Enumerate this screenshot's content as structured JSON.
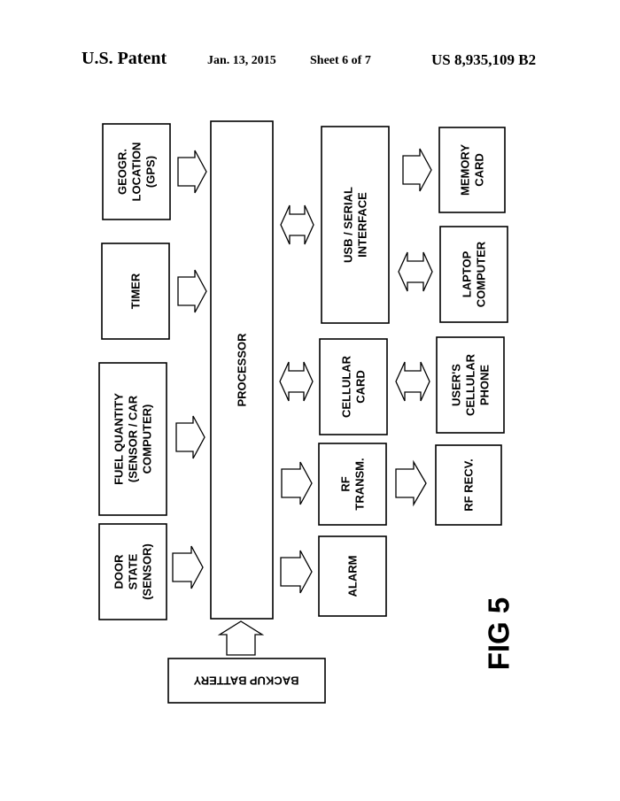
{
  "header": {
    "brand": "U.S. Patent",
    "date": "Jan. 13, 2015",
    "sheet": "Sheet 6 of 7",
    "patent_number": "US 8,935,109 B2"
  },
  "blocks": {
    "gps": [
      "GEOGR.",
      "LOCATION",
      "(GPS)"
    ],
    "timer": [
      "TIMER"
    ],
    "fuel": [
      "FUEL QUANTITY",
      "(SENSOR / CAR",
      "COMPUTER)"
    ],
    "door": [
      "DOOR",
      "STATE",
      "(SENSOR)"
    ],
    "processor": [
      "PROCESSOR"
    ],
    "usb": [
      "USB / SERIAL",
      "INTERFACE"
    ],
    "cellular": [
      "CELLULAR",
      "CARD"
    ],
    "rf_transm": [
      "RF",
      "TRANSM."
    ],
    "alarm": [
      "ALARM"
    ],
    "memory": [
      "MEMORY",
      "CARD"
    ],
    "laptop": [
      "LAPTOP",
      "COMPUTER"
    ],
    "phone": [
      "USER'S",
      "CELLULAR",
      "PHONE"
    ],
    "rf_recv": [
      "RF RECV."
    ],
    "battery": [
      "BACKUP BATTERY"
    ]
  },
  "figure_label": "FIG 5"
}
